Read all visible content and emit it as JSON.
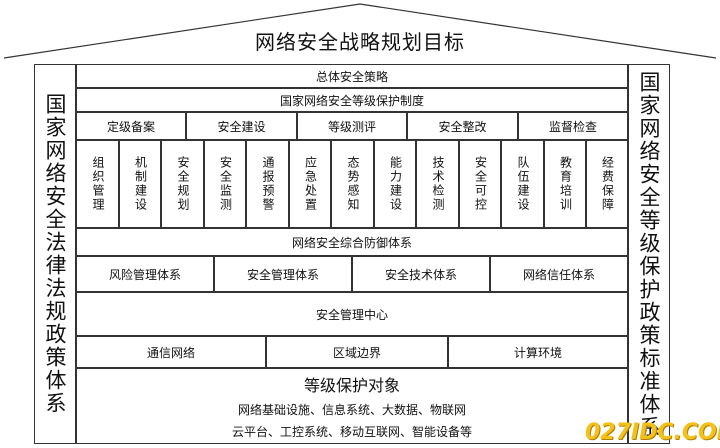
{
  "title": "网络安全战略规划目标",
  "left_pillar": "国家网络安全法律法规政策体系",
  "right_pillar": "国家网络安全等级保护政策标准体系",
  "overall_strategy": "总体安全策略",
  "protection_system": "国家网络安全等级保护制度",
  "level_tasks": [
    "定级备案",
    "安全建设",
    "等级测评",
    "安全整改",
    "监督检查"
  ],
  "measures": [
    "组织管理",
    "机制建设",
    "安全规划",
    "安全监测",
    "通报预警",
    "应急处置",
    "态势感知",
    "能力建设",
    "技术检测",
    "安全可控",
    "队伍建设",
    "教育培训",
    "经费保障"
  ],
  "defense_system": "网络安全综合防御体系",
  "systems": [
    "风险管理体系",
    "安全管理体系",
    "安全技术体系",
    "网络信任体系"
  ],
  "management_center": "安全管理中心",
  "infrastructure": [
    "通信网络",
    "区域边界",
    "计算环境"
  ],
  "protected_objects": {
    "title": "等级保护对象",
    "line1": "网络基础设施、信息系统、大数据、物联网",
    "line2": "云平台、工控系统、移动互联网、智能设备等"
  },
  "watermark": "027IDC.COM"
}
